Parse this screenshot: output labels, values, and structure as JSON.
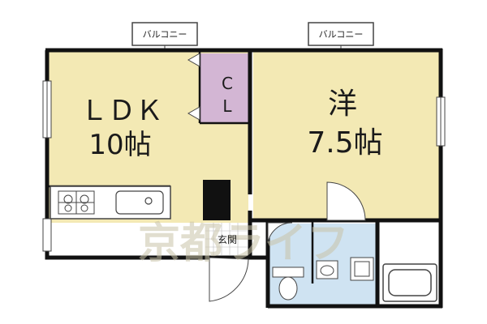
{
  "rooms": {
    "ldk": {
      "name": "ＬＤＫ",
      "size": "10帖"
    },
    "western": {
      "name": "洋",
      "size": "7.5帖"
    },
    "closet": {
      "line1": "C",
      "line2": "L"
    },
    "entrance": {
      "label": "玄関"
    }
  },
  "balconies": {
    "left": "バルコニー",
    "right": "バルコニー"
  },
  "watermark": "京都ライフ",
  "colors": {
    "floor": "#f3e9b4",
    "closet": "#d3b6d4",
    "bath": "#cfe3f2",
    "wall": "#111111",
    "watermark": "#c9c2a8"
  }
}
